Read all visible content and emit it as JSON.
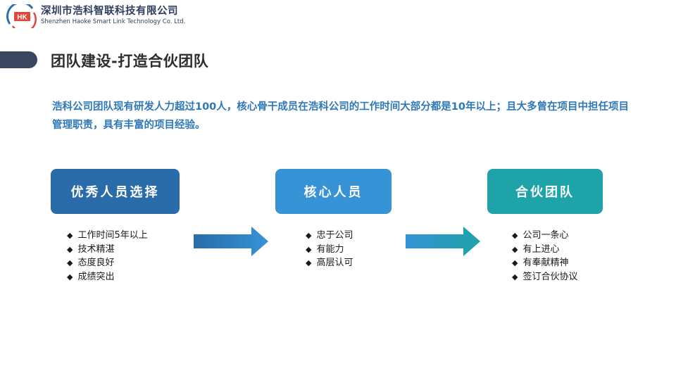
{
  "header": {
    "logo_mark": "HK",
    "company_cn": "深圳市浩科智联科技有限公司",
    "company_en": "Shenzhen Haoke Smart Link Technology Co. Ltd."
  },
  "page_title": "团队建设-打造合伙团队",
  "intro": "浩科公司团队现有研发人力超过100人，核心骨干成员在浩科公司的工作时间大部分都是10年以上；且大多曾在项目中担任项目管理职责，具有丰富的项目经验。",
  "bullet_symbol": "◆",
  "stages": [
    {
      "title": "优秀人员选择",
      "items": [
        "工作时间5年以上",
        "技术精湛",
        "态度良好",
        "成绩突出"
      ]
    },
    {
      "title": "核心人员",
      "items": [
        "忠于公司",
        "有能力",
        "高层认可"
      ]
    },
    {
      "title": "合伙团队",
      "items": [
        "公司一条心",
        "有上进心",
        "有奉献精神",
        "签订合伙协议"
      ]
    }
  ],
  "colors": {
    "stage1": "#2a6ca9",
    "stage2": "#3593d6",
    "stage3": "#1da3a8",
    "intro_text": "#2f78b8",
    "title_pill": "#3a4560"
  }
}
